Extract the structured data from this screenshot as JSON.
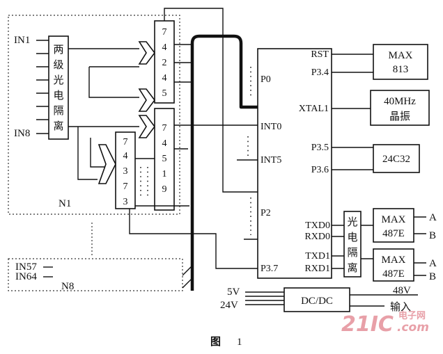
{
  "groups": {
    "n1": {
      "in_first": "IN1",
      "in_last": "IN8",
      "name": "N1"
    },
    "n8": {
      "in_first": "IN57",
      "in_last": "IN64",
      "name": "N8"
    }
  },
  "isolator_in": [
    "两",
    "级",
    "光",
    "电",
    "隔",
    "离"
  ],
  "chip_a": [
    "7",
    "4",
    "2",
    "4",
    "5"
  ],
  "chip_b": [
    "7",
    "4",
    "5",
    "1",
    "9"
  ],
  "chip_c": [
    "7",
    "4",
    "3",
    "7",
    "3"
  ],
  "mcu": {
    "left_pins": [
      "P0",
      "INT0",
      "INT5",
      "P2",
      "P3.7"
    ],
    "right_pins": [
      "RST",
      "P3.4",
      "XTAL1",
      "P3.5",
      "P3.6",
      "TXD0",
      "RXD0",
      "TXD1",
      "RXD1"
    ]
  },
  "max813": [
    "MAX",
    "813"
  ],
  "crystal": [
    "40MHz",
    "晶振"
  ],
  "eeprom": "24C32",
  "isolator_out": [
    "光",
    "电",
    "隔",
    "离"
  ],
  "max487_1": [
    "MAX",
    "487E"
  ],
  "max487_2": [
    "MAX",
    "487E"
  ],
  "bus_labels": [
    "A",
    "B",
    "A",
    "B"
  ],
  "power": {
    "in_5v": "5V",
    "in_24v": "24V",
    "converter": "DC/DC",
    "out_48v": "48V",
    "out_label": "输入"
  },
  "caption": {
    "prefix": "图",
    "number": "1"
  },
  "watermark": {
    "brand": "21IC",
    "site": "电子网",
    "domain": ".com"
  }
}
